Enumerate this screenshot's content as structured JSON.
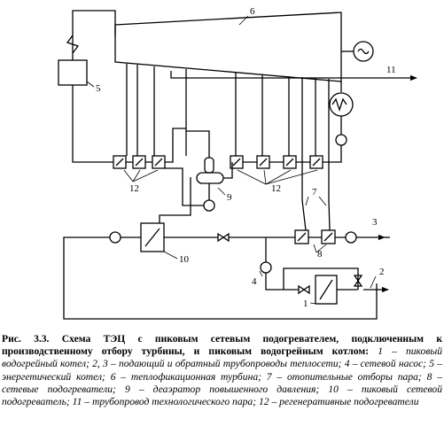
{
  "diagram": {
    "labels": {
      "l1": "1",
      "l2": "2",
      "l3": "3",
      "l4": "4",
      "l5": "5",
      "l6": "6",
      "l7": "7",
      "l8": "8",
      "l9": "9",
      "l10": "10",
      "l11": "11",
      "l12a": "12",
      "l12b": "12"
    }
  },
  "caption": {
    "title": "Рис. 3.3. Схема ТЭЦ с пиковым сетевым подогревателем, подключенным к производственному отбору турбины, и пиковым водогрейным котлом:",
    "legend": "1 – пиковый водогрейный котел; 2, 3 – подающий и обратный трубопроводы теплосети; 4 – сетевой насос; 5 – энергетический котел; 6 – теплофикационная турбина; 7 – отопительные отборы пара; 8 – сетевые подогреватели; 9 – деаэратор повышенного давления; 10 – пиковый сетевой подогреватель; 11 – трубопровод технологического пара; 12 – регенеративные подогреватели"
  }
}
